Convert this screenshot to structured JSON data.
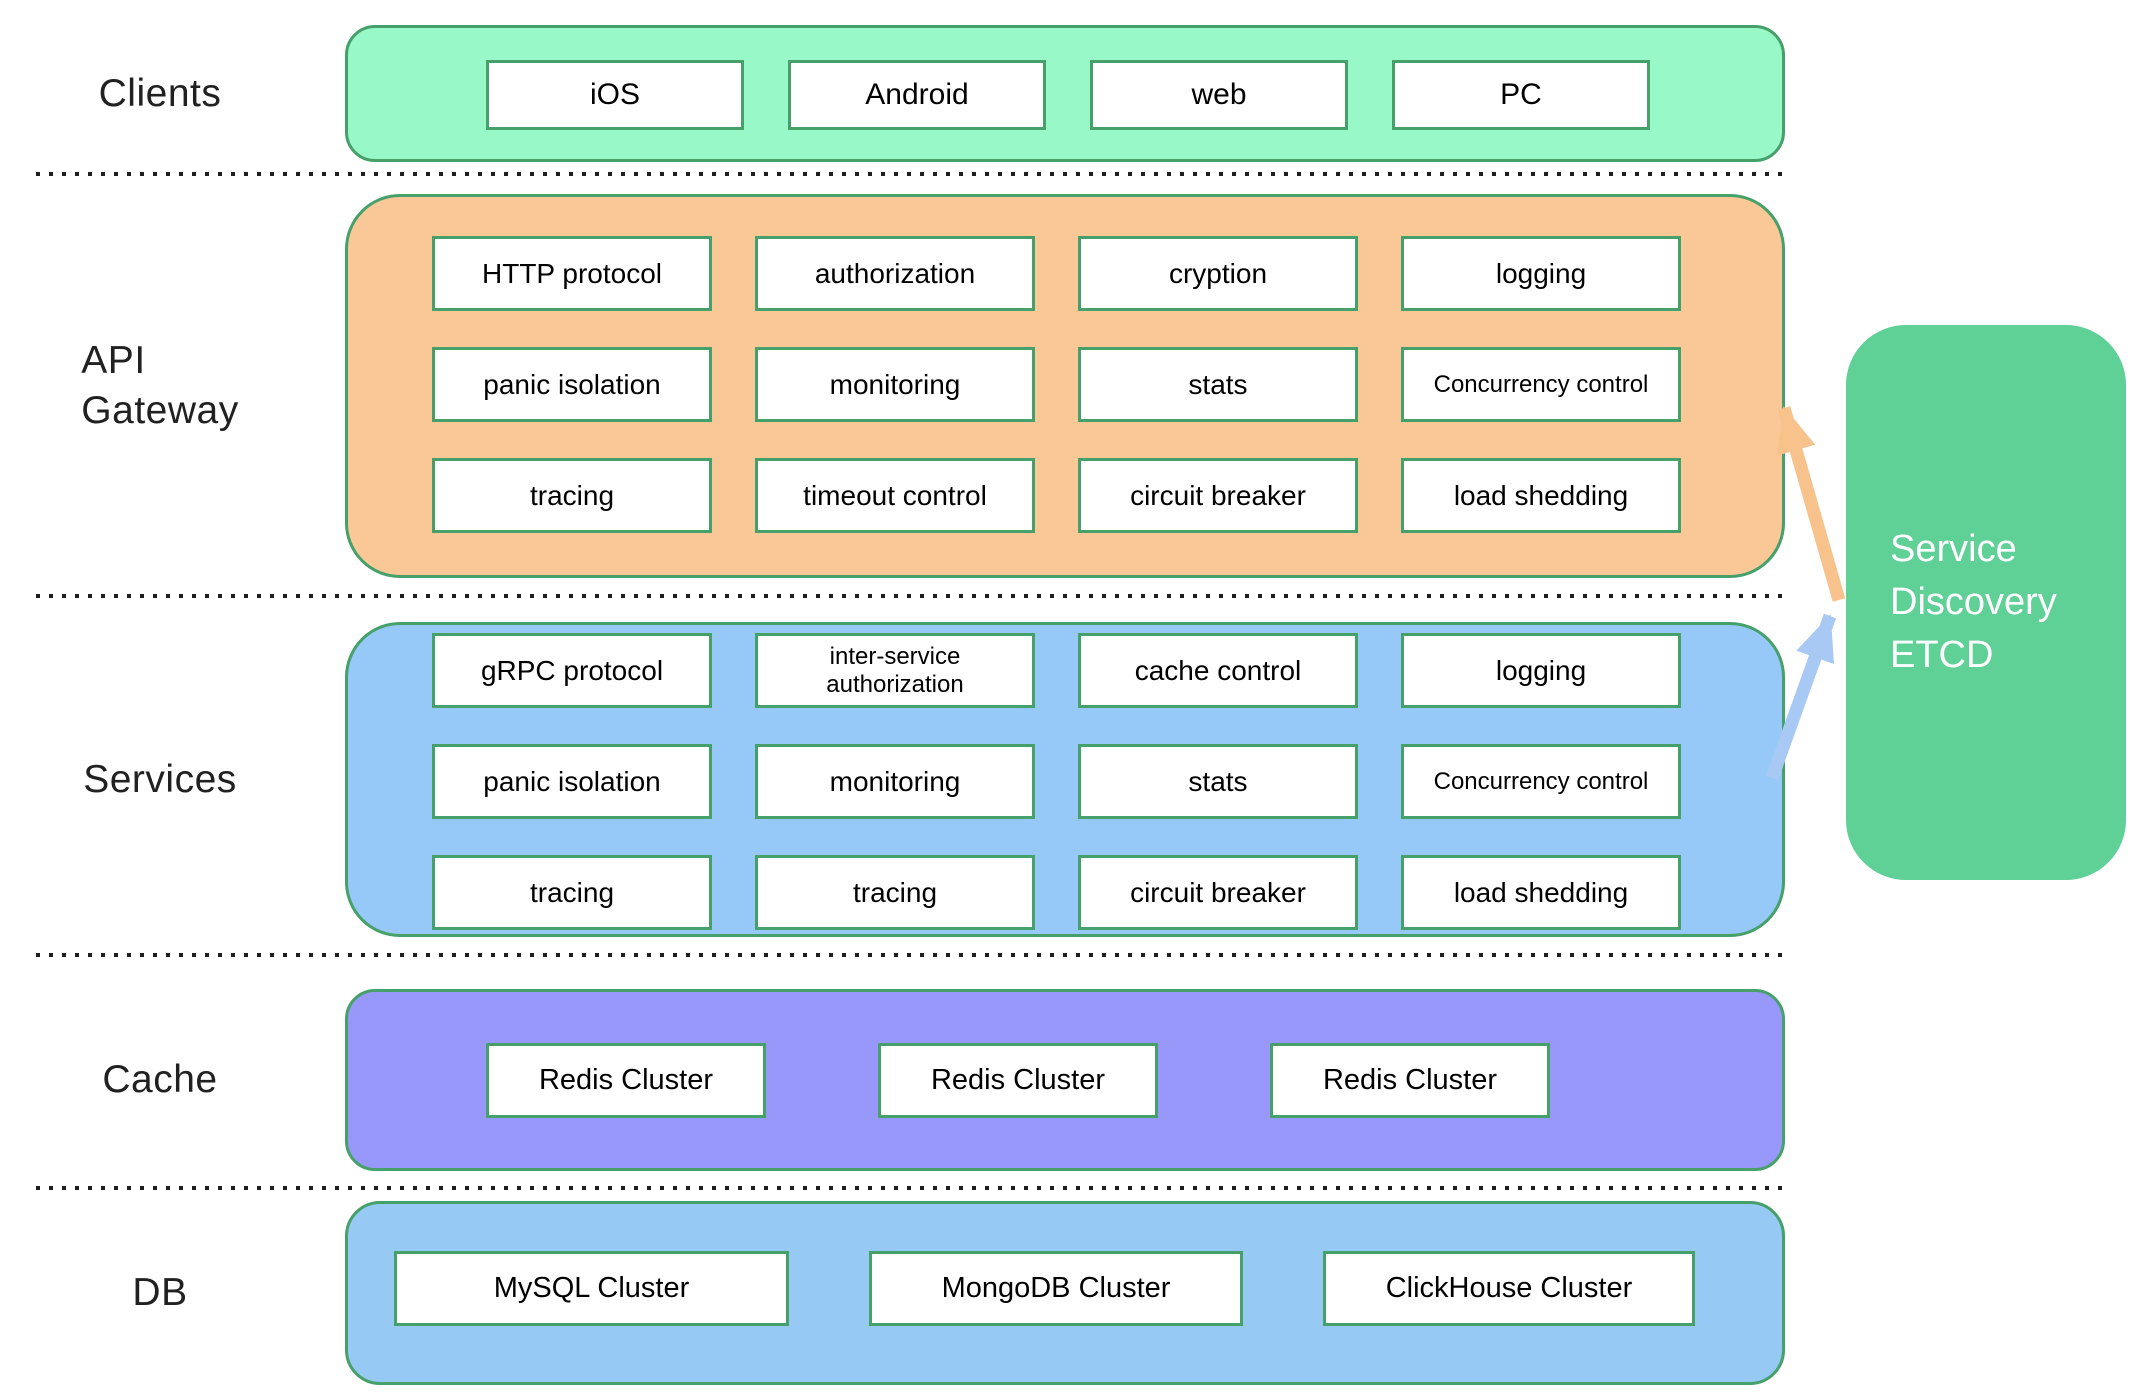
{
  "sidebar": {
    "clients_label": "Clients",
    "gateway_label_line1": "API",
    "gateway_label_line2": "Gateway",
    "services_label": "Services",
    "cache_label": "Cache",
    "db_label": "DB"
  },
  "clients": {
    "nodes": [
      {
        "label": "iOS"
      },
      {
        "label": "Android"
      },
      {
        "label": "web"
      },
      {
        "label": "PC"
      }
    ]
  },
  "gateway": {
    "nodes": [
      {
        "label": "HTTP protocol"
      },
      {
        "label": "authorization"
      },
      {
        "label": "cryption"
      },
      {
        "label": "logging"
      },
      {
        "label": "panic isolation"
      },
      {
        "label": "monitoring"
      },
      {
        "label": "stats"
      },
      {
        "label": "Concurrency control"
      },
      {
        "label": "tracing"
      },
      {
        "label": "timeout control"
      },
      {
        "label": "circuit breaker"
      },
      {
        "label": "load shedding"
      }
    ]
  },
  "services": {
    "nodes": [
      {
        "label": "gRPC protocol"
      },
      {
        "label": "inter-service authorization"
      },
      {
        "label": "cache control"
      },
      {
        "label": "logging"
      },
      {
        "label": "panic isolation"
      },
      {
        "label": "monitoring"
      },
      {
        "label": "stats"
      },
      {
        "label": "Concurrency control"
      },
      {
        "label": "tracing"
      },
      {
        "label": "tracing"
      },
      {
        "label": "circuit breaker"
      },
      {
        "label": "load shedding"
      }
    ]
  },
  "cache": {
    "nodes": [
      {
        "label": "Redis Cluster"
      },
      {
        "label": "Redis Cluster"
      },
      {
        "label": "Redis Cluster"
      }
    ]
  },
  "db": {
    "nodes": [
      {
        "label": "MySQL Cluster"
      },
      {
        "label": "MongoDB Cluster"
      },
      {
        "label": "ClickHouse Cluster"
      }
    ]
  },
  "etcd": {
    "line1": "Service",
    "line2": "Discovery",
    "line3": "ETCD"
  },
  "colors": {
    "clients_fill": "#98f8c7",
    "gateway_fill": "#fac896",
    "services_fill": "#96c8f8",
    "cache_fill": "#9898fa",
    "db_fill": "#96caf5",
    "etcd_fill": "#5fd096",
    "outline_green": "#46a06a",
    "arrow_orange": "#f7c28b",
    "arrow_blue": "#a7c9f3",
    "text_dark": "#212121",
    "text_white": "#ffffff"
  }
}
